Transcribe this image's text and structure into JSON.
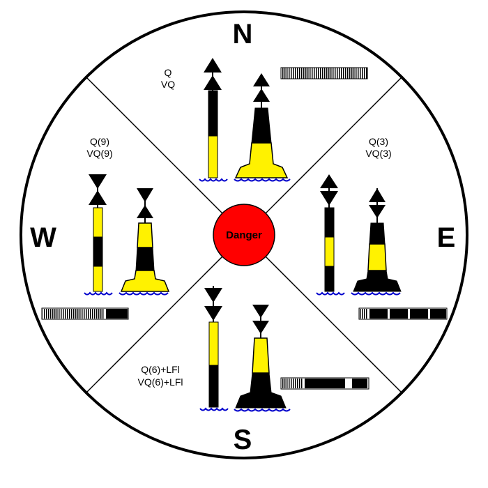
{
  "diagram": {
    "cardinals": {
      "north": "N",
      "east": "E",
      "south": "S",
      "west": "W"
    },
    "center_label": "Danger",
    "rhythms": {
      "north": [
        "Q",
        "VQ"
      ],
      "east": [
        "Q(3)",
        "VQ(3)"
      ],
      "south": [
        "Q(6)+LFl",
        "VQ(6)+LFl"
      ],
      "west": [
        "Q(9)",
        "VQ(9)"
      ]
    },
    "colors": {
      "black": "#000000",
      "yellow": "#fff200",
      "danger": "#ff0000",
      "water": "#0000cc"
    },
    "topmarks": {
      "north": "cones-point-up",
      "east": "cones-base-to-base",
      "south": "cones-point-down",
      "west": "cones-point-to-point"
    }
  }
}
